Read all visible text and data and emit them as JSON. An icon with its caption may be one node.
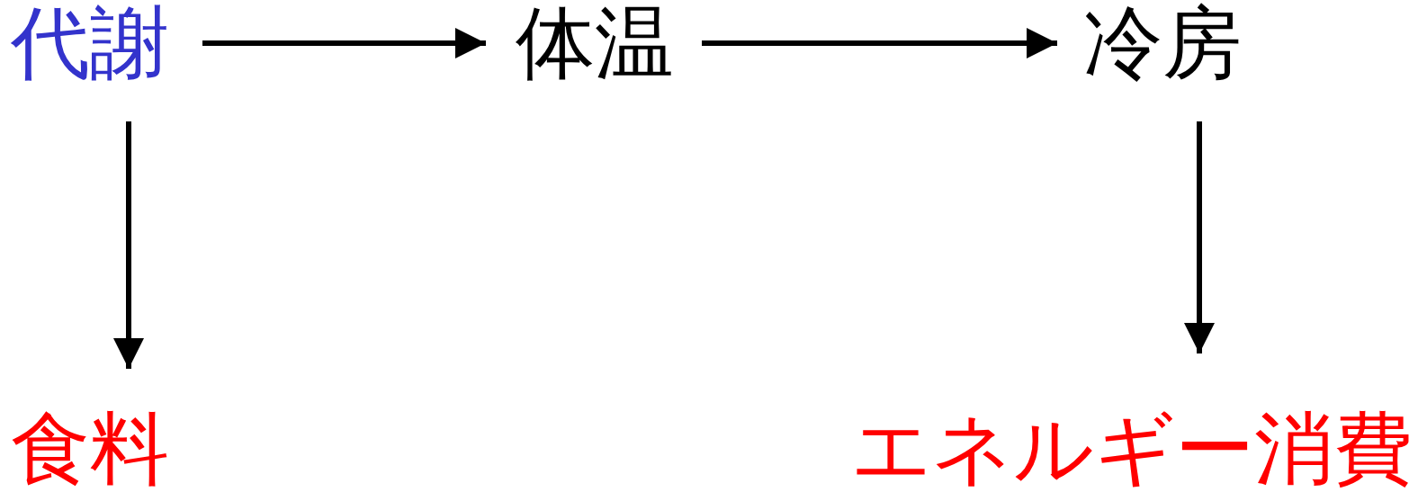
{
  "diagram": {
    "nodes": [
      {
        "text": [
          "代謝"
        ]
      },
      {
        "text": [
          "体温"
        ]
      },
      {
        "text": [
          "冷房"
        ]
      },
      {
        "text": [
          "食料"
        ]
      },
      {
        "text": [
          "エネルギー消費"
        ]
      }
    ],
    "edges": [
      {
        "from": 0,
        "to": 1,
        "arrow": "to"
      },
      {
        "from": 1,
        "to": 2,
        "arrow": "to"
      },
      {
        "from": 0,
        "to": 3,
        "arrow": "to"
      },
      {
        "from": 2,
        "to": 4,
        "arrow": "to"
      }
    ]
  }
}
